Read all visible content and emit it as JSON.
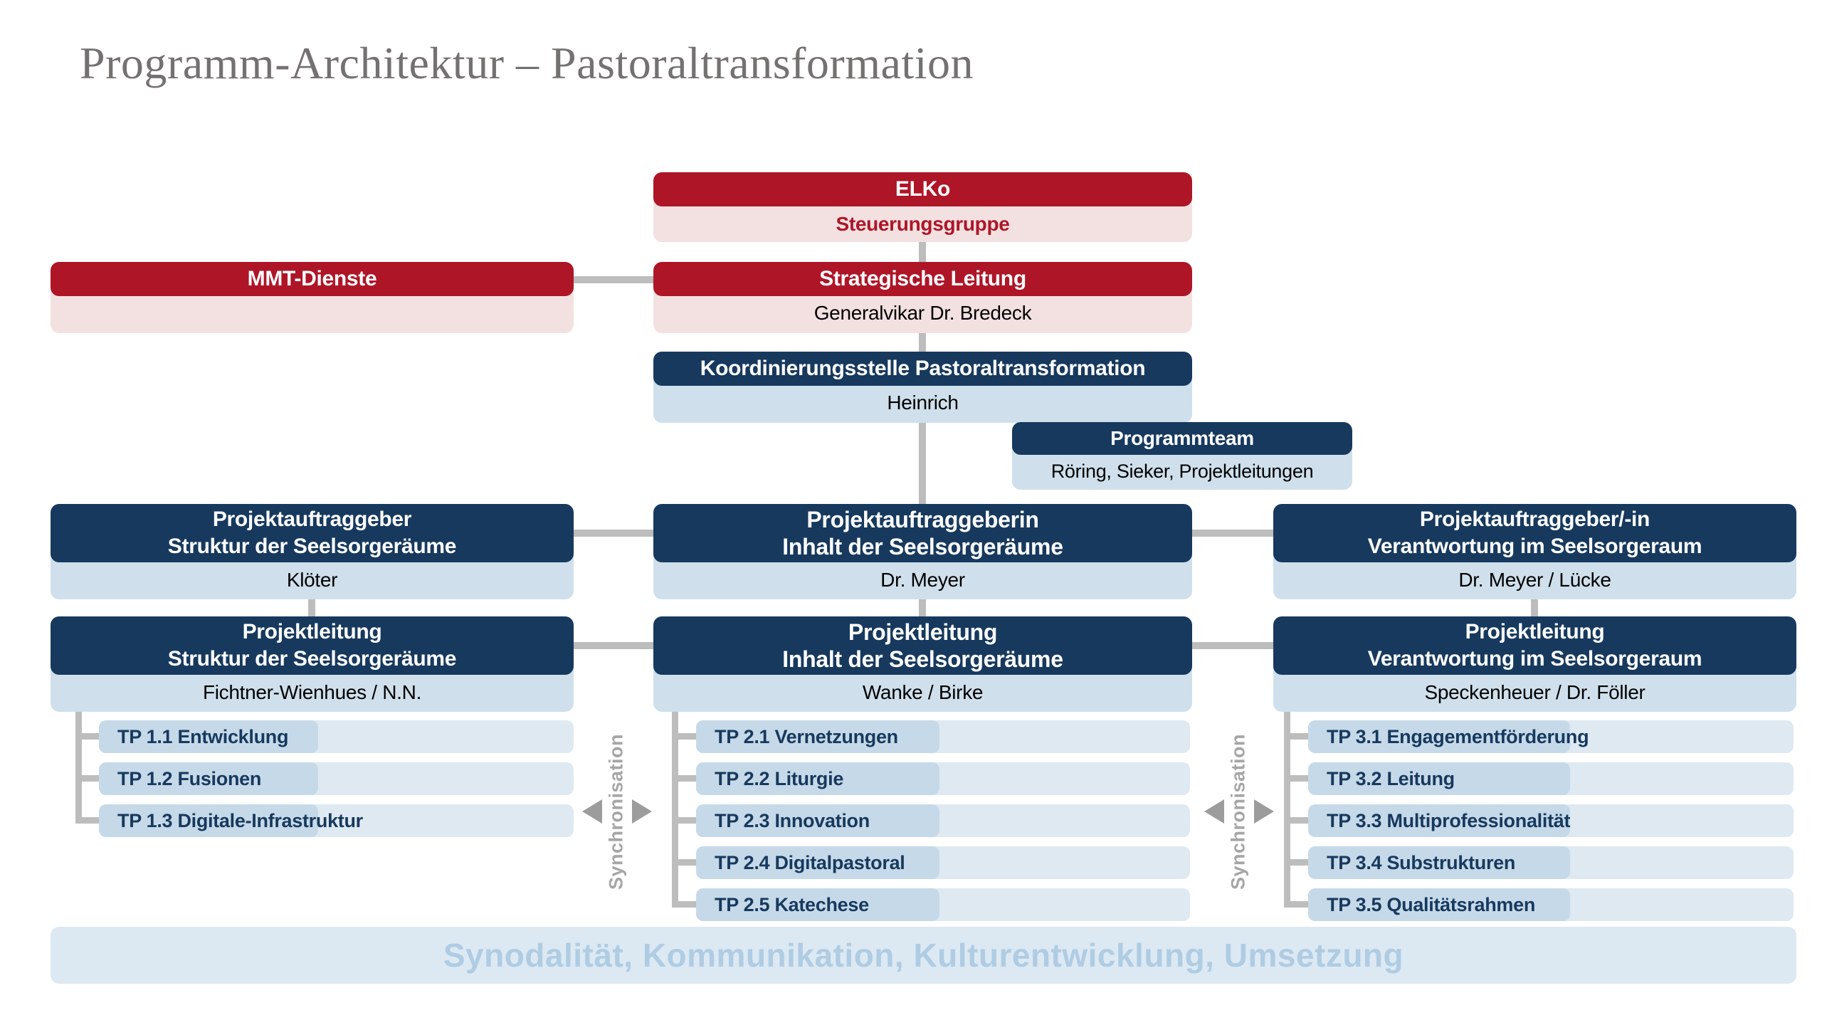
{
  "title": "Programm-Architektur – Pastoraltransformation",
  "colors": {
    "red": "#AE1527",
    "pink": "#F3E1E1",
    "navy": "#17395E",
    "light_blue": "#CFE0EC",
    "tp_row": "#DEE9F2",
    "tp_chip": "#C6D9E8",
    "connector_gray": "#BDBDBD",
    "title_gray": "#767171",
    "footer_bg": "#DCE9F3",
    "footer_text": "#AFCCE3",
    "sync_gray": "#A6A6A6"
  },
  "top": {
    "elko": {
      "header": "ELKo",
      "sub": "Steuerungsgruppe"
    },
    "mmt": {
      "header": "MMT-Dienste",
      "sub": ""
    },
    "strategische": {
      "header": "Strategische Leitung",
      "sub": "Generalvikar Dr. Bredeck"
    },
    "koordinierung": {
      "header": "Koordinierungsstelle Pastoraltransformation",
      "sub": "Heinrich"
    },
    "programmteam": {
      "header": "Programmteam",
      "sub": "Röring, Sieker, Projektleitungen"
    }
  },
  "columns": [
    {
      "auftraggeber": {
        "line1": "Projektauftraggeber",
        "line2": "Struktur der Seelsorgeräume",
        "sub": "Klöter"
      },
      "leitung": {
        "line1": "Projektleitung",
        "line2": "Struktur der Seelsorgeräume",
        "sub": "Fichtner-Wienhues / N.N."
      },
      "teilprojekte": [
        "TP 1.1 Entwicklung",
        "TP 1.2 Fusionen",
        "TP 1.3 Digitale-Infrastruktur"
      ]
    },
    {
      "auftraggeber": {
        "line1": "Projektauftraggeberin",
        "line2": "Inhalt der Seelsorgeräume",
        "sub": "Dr. Meyer"
      },
      "leitung": {
        "line1": "Projektleitung",
        "line2": "Inhalt der Seelsorgeräume",
        "sub": "Wanke / Birke"
      },
      "teilprojekte": [
        "TP 2.1 Vernetzungen",
        "TP 2.2 Liturgie",
        "TP 2.3 Innovation",
        "TP 2.4 Digitalpastoral",
        "TP 2.5 Katechese"
      ]
    },
    {
      "auftraggeber": {
        "line1": "Projektauftraggeber/-in",
        "line2": "Verantwortung im Seelsorgeraum",
        "sub": "Dr. Meyer / Lücke"
      },
      "leitung": {
        "line1": "Projektleitung",
        "line2": "Verantwortung im Seelsorgeraum",
        "sub": "Speckenheuer / Dr. Föller"
      },
      "teilprojekte": [
        "TP 3.1 Engagementförderung",
        "TP 3.2 Leitung",
        "TP 3.3 Multiprofessionalität",
        "TP 3.4 Substrukturen",
        "TP 3.5 Qualitätsrahmen"
      ]
    }
  ],
  "sync": {
    "label": "Synchronisation"
  },
  "footer": {
    "text": "Synodalität, Kommunikation, Kulturentwicklung, Umsetzung"
  }
}
